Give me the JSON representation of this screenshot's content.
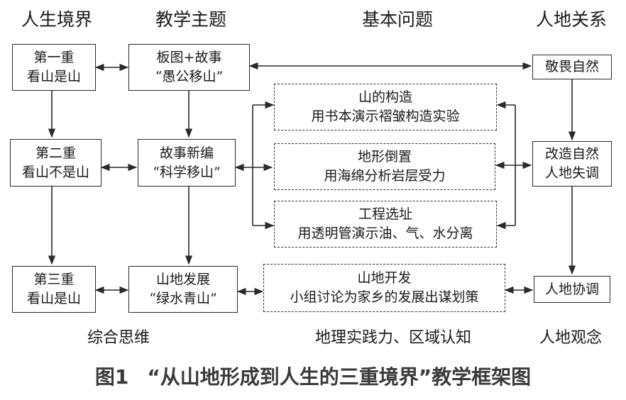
{
  "headers": {
    "life_realm": "人生境界",
    "teaching_theme": "教学主题",
    "basic_questions": "基本问题",
    "human_land": "人地关系"
  },
  "realms": [
    {
      "line1": "第一重",
      "line2": "看山是山"
    },
    {
      "line1": "第二重",
      "line2": "看山不是山"
    },
    {
      "line1": "第三重",
      "line2": "看山是山"
    }
  ],
  "themes": [
    {
      "line1": "板图+故事",
      "line2": "“愚公移山”"
    },
    {
      "line1": "故事新编",
      "line2": "“科学移山”"
    },
    {
      "line1": "山地发展",
      "line2": "“绿水青山”"
    }
  ],
  "questions": [
    {
      "line1": "山的构造",
      "line2": "用书本演示褶皱构造实验"
    },
    {
      "line1": "地形倒置",
      "line2": "用海绵分析岩层受力"
    },
    {
      "line1": "工程选址",
      "line2": "用透明管演示油、气、水分离"
    },
    {
      "line1": "山地开发",
      "line2": "小组讨论为家乡的发展出谋划策"
    }
  ],
  "relations": [
    {
      "line1": "敬畏自然"
    },
    {
      "line1": "改造自然",
      "line2": "人地失调"
    },
    {
      "line1": "人地协调"
    }
  ],
  "footers": {
    "comprehensive": "综合思维",
    "practice_region": "地理实践力、区域认知",
    "human_land_view": "人地观念"
  },
  "caption": {
    "number": "图1",
    "text": "“从山地形成到人生的三重境界”教学框架图"
  }
}
